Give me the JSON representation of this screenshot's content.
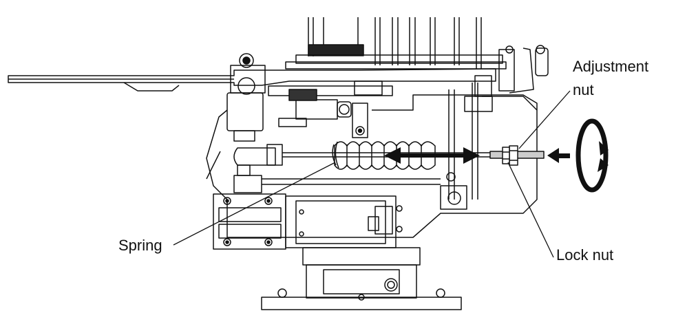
{
  "labels": {
    "adjustment_nut_line1": "Adjustment",
    "adjustment_nut_line2": "nut",
    "spring": "Spring",
    "lock_nut": "Lock nut"
  },
  "colors": {
    "ink": "#111111",
    "background": "#ffffff",
    "hatch": "#cccccc"
  }
}
